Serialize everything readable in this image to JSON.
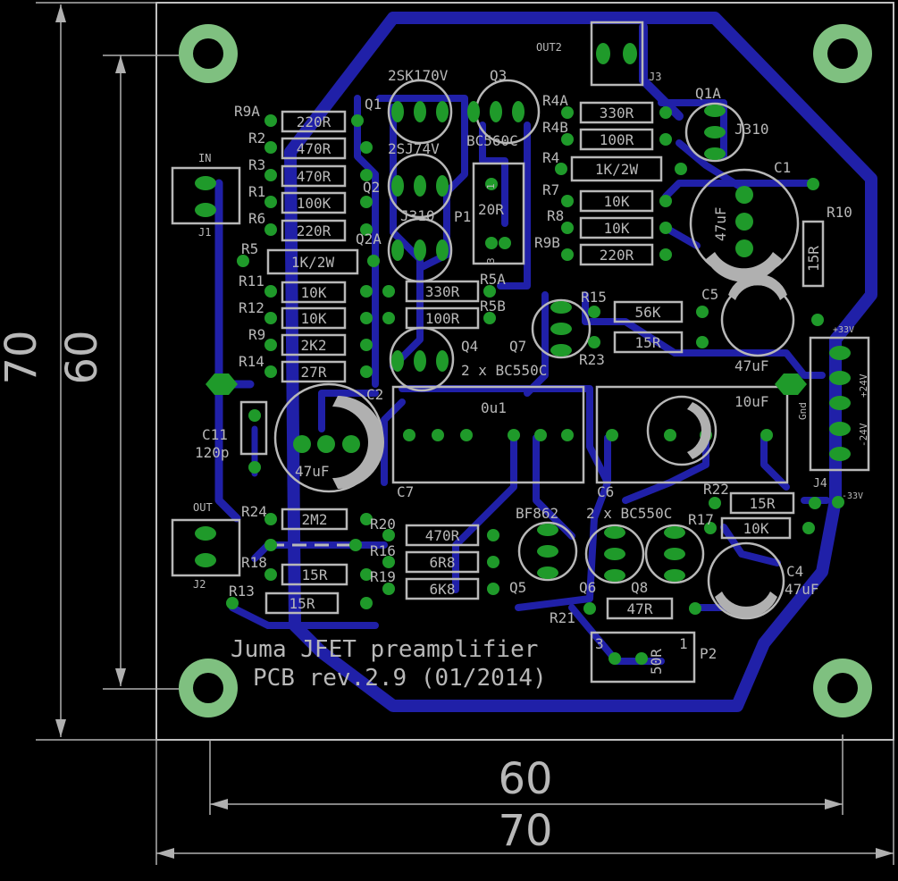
{
  "board": {
    "title_line1": "Juma JFET preamplifier",
    "title_line2": "PCB rev.2.9 (01/2014)"
  },
  "dimensions": {
    "inner_horizontal": "60",
    "outer_horizontal": "70",
    "inner_vertical": "60",
    "outer_vertical": "70"
  },
  "connectors": {
    "in_label": "IN",
    "j1": "J1",
    "out_label": "OUT",
    "j2": "J2",
    "out2_label": "OUT2",
    "j3": "J3",
    "j4": "J4",
    "p33v": "+33V",
    "p24v": "+24V",
    "gnd": "Gnd",
    "m24v": "-24V",
    "m33v": "-33V"
  },
  "resistors": [
    {
      "ref": "R9A",
      "value": "220R"
    },
    {
      "ref": "R2",
      "value": "470R"
    },
    {
      "ref": "R3",
      "value": "470R"
    },
    {
      "ref": "R1",
      "value": "100K"
    },
    {
      "ref": "R6",
      "value": "220R"
    },
    {
      "ref": "R5",
      "value": "1K/2W"
    },
    {
      "ref": "R11",
      "value": "10K"
    },
    {
      "ref": "R12",
      "value": "10K"
    },
    {
      "ref": "R9",
      "value": "2K2"
    },
    {
      "ref": "R14",
      "value": "27R"
    },
    {
      "ref": "R5A",
      "value": "330R"
    },
    {
      "ref": "R5B",
      "value": "100R"
    },
    {
      "ref": "R4A",
      "value": "330R"
    },
    {
      "ref": "R4B",
      "value": "100R"
    },
    {
      "ref": "R4",
      "value": "1K/2W"
    },
    {
      "ref": "R7",
      "value": "10K"
    },
    {
      "ref": "R8",
      "value": "10K"
    },
    {
      "ref": "R9B",
      "value": "220R"
    },
    {
      "ref": "R15",
      "value": "56K"
    },
    {
      "ref": "R23",
      "value": "15R"
    },
    {
      "ref": "R10",
      "value": "15R"
    },
    {
      "ref": "R24",
      "value": "2M2"
    },
    {
      "ref": "R20",
      "value": "470R"
    },
    {
      "ref": "R16",
      "value": "6R8"
    },
    {
      "ref": "R19",
      "value": "6K8"
    },
    {
      "ref": "R18",
      "value": "15R"
    },
    {
      "ref": "R13",
      "value": "15R"
    },
    {
      "ref": "R22",
      "value": "15R"
    },
    {
      "ref": "R17",
      "value": "10K"
    },
    {
      "ref": "R21",
      "value": "47R"
    }
  ],
  "transistors": {
    "q1": "Q1",
    "q2": "Q2",
    "q2a": "Q2A",
    "q3": "Q3",
    "q4": "Q4",
    "q5": "Q5",
    "q6": "Q6",
    "q7": "Q7",
    "q8": "Q8",
    "q1a": "Q1A",
    "t_2sk170": "2SK170V",
    "t_2sj74": "2SJ74V",
    "t_j310a": "J310",
    "t_j310b": "J310",
    "t_bc560": "BC560C",
    "t_bc550_a": "2 x BC550C",
    "t_bc550_b": "2 x BC550C",
    "t_bf862": "BF862"
  },
  "capacitors": {
    "c1": "C1",
    "c1v": "47uF",
    "c2": "C2",
    "c2v": "47uF",
    "c4": "C4",
    "c4v": "47uF",
    "c5": "C5",
    "c5v": "47uF",
    "c6": "C6",
    "c6v": "10uF",
    "c7": "C7",
    "c7v": "0u1",
    "c11": "C11",
    "c11v": "120p"
  },
  "pots": {
    "p1": "P1",
    "p1v": "20R",
    "p1_pin1": "1",
    "p1_pin3": "3",
    "p2": "P2",
    "p2v": "50R",
    "p2_pin1": "1",
    "p2_pin3": "3"
  },
  "colors": {
    "trace": "#2020a8",
    "pad": "#1f9a2a",
    "silk": "#b8b8b8",
    "background": "#000000",
    "hole": "#1a6a1a"
  }
}
